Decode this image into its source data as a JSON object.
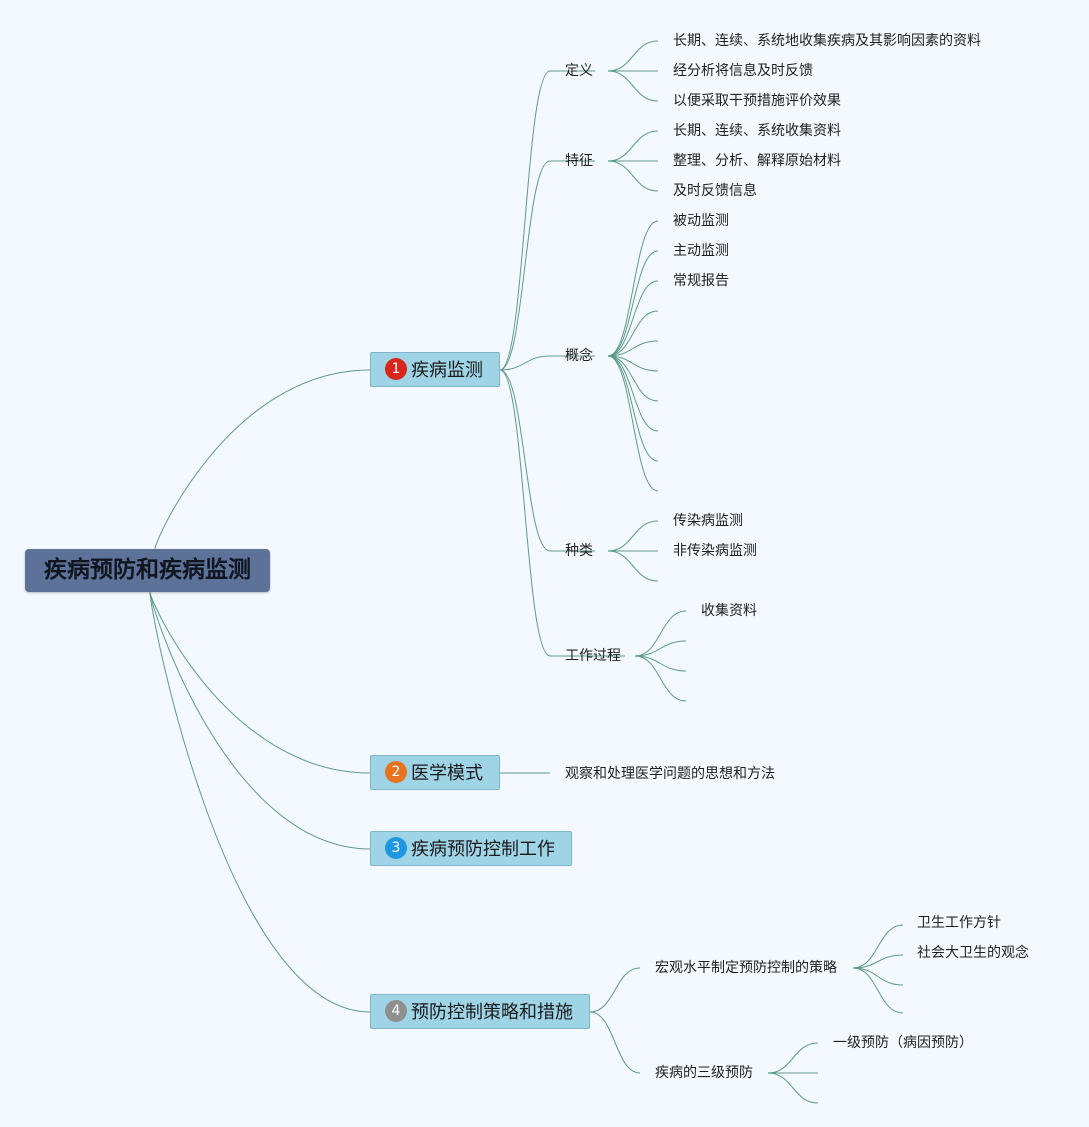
{
  "root": "疾病预防和疾病监测",
  "branches": [
    {
      "num": "1",
      "label": "疾病监测",
      "children": [
        {
          "label": "定义",
          "items": [
            "长期、连续、系统地收集疾病及其影响因素的资料",
            "经分析将信息及时反馈",
            "以便采取干预措施评价效果"
          ]
        },
        {
          "label": "特征",
          "items": [
            "长期、连续、系统收集资料",
            "整理、分析、解释原始材料",
            "及时反馈信息"
          ]
        },
        {
          "label": "概念",
          "items": [
            "被动监测",
            "主动监测",
            "常规报告",
            "",
            "",
            "",
            "",
            "",
            "",
            ""
          ]
        },
        {
          "label": "种类",
          "items": [
            "传染病监测",
            "非传染病监测",
            ""
          ]
        },
        {
          "label": "工作过程",
          "items": [
            "收集资料",
            "",
            "",
            ""
          ]
        }
      ]
    },
    {
      "num": "2",
      "label": "医学模式",
      "children": [
        {
          "label": "观察和处理医学问题的思想和方法"
        }
      ]
    },
    {
      "num": "3",
      "label": "疾病预防控制工作"
    },
    {
      "num": "4",
      "label": "预防控制策略和措施",
      "children": [
        {
          "label": "宏观水平制定预防控制的策略",
          "items": [
            "卫生工作方针",
            "社会大卫生的观念",
            ""
          ]
        },
        {
          "label": "疾病的三级预防",
          "items": [
            "一级预防（病因预防）",
            "",
            ""
          ]
        }
      ]
    }
  ],
  "colors": {
    "line": "#5f9a88",
    "root_bg": "#5d7299",
    "topic_bg": "#9fd3e6",
    "badge1": "#d9261c",
    "badge2": "#e8731f",
    "badge3": "#1f96e0",
    "badge4": "#8f8f8f"
  }
}
